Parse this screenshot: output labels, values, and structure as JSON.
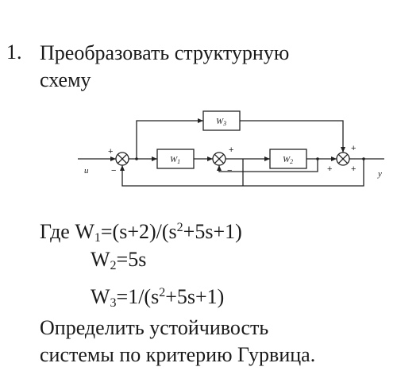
{
  "task": {
    "number": "1.",
    "title_line1": "Преобразовать структурную",
    "title_line2": "схему"
  },
  "diagram": {
    "input_label": "u",
    "output_label": "y",
    "blocks": {
      "w1": "W",
      "w1_sub": "1",
      "w2": "W",
      "w2_sub": "2",
      "w3": "W",
      "w3_sub": "3"
    },
    "signs": {
      "s1_plus": "+",
      "s1_minus": "−",
      "s2_plus": "+",
      "s2_minus": "−",
      "s3_plus_top": "+",
      "s3_plus_left": "+",
      "s3_plus_bottom": "+"
    }
  },
  "formulas": {
    "w1_prefix": "Где W",
    "w1_sub": "1",
    "w1_mid": "=(s+2)/(s",
    "w1_sup": "2",
    "w1_end": "+5s+1)",
    "w2_prefix": "W",
    "w2_sub": "2",
    "w2_end": "=5s",
    "w3_prefix": "W",
    "w3_sub": "3",
    "w3_mid": "=1/(s",
    "w3_sup": "2",
    "w3_end": "+5s+1)"
  },
  "question": {
    "line1": "Определить устойчивость",
    "line2": "системы по критерию Гурвица."
  }
}
